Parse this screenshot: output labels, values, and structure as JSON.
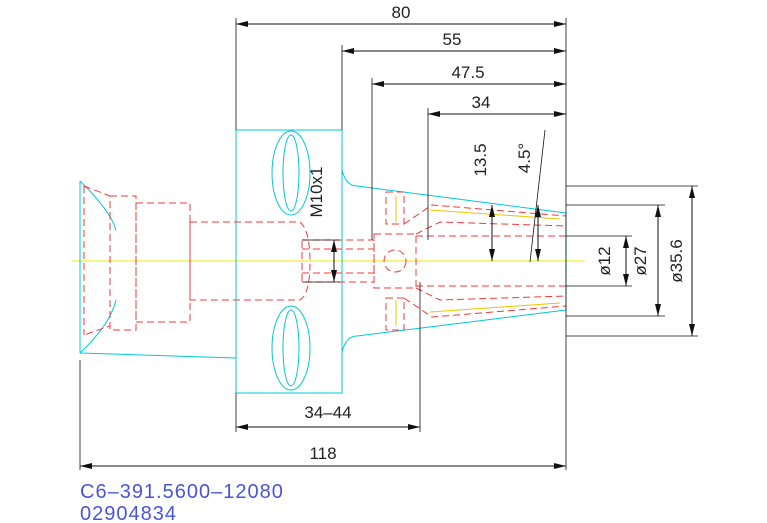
{
  "drawing": {
    "colors": {
      "outline": "#00c8d8",
      "hidden": "#ef3b3b",
      "centerline": "#f2e600",
      "dimension": "#111111",
      "part_text": "#4a55d6"
    }
  },
  "dimensions": {
    "overall_80": "80",
    "length_55": "55",
    "length_47_5": "47.5",
    "length_34": "34",
    "offset_13_5": "13.5",
    "angle_4_5": "4.5°",
    "thread_m10": "M10x1",
    "dia_12": "ø12",
    "dia_27": "ø27",
    "dia_35_6": "ø35.6",
    "range_34_44": "34–44",
    "total_118": "118"
  },
  "part": {
    "number": "C6–391.5600–12080",
    "code": "02904834"
  }
}
